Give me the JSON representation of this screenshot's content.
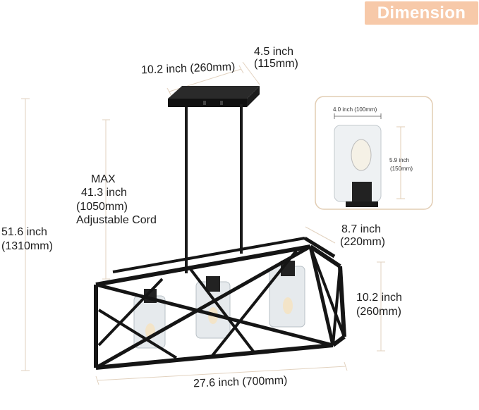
{
  "badge": "Dimension",
  "dims": {
    "canopy_width": "10.2 inch (260mm)",
    "canopy_depth": "4.5 inch",
    "canopy_depth_mm": "(115mm)",
    "cord_max": "MAX",
    "cord_inch": "41.3 inch",
    "cord_mm": "(1050mm)",
    "cord_note": "Adjustable Cord",
    "total_height": "51.6 inch",
    "total_height_mm": "(1310mm)",
    "depth": "8.7 inch",
    "depth_mm": "(220mm)",
    "frame_height": "10.2 inch",
    "frame_height_mm": "(260mm)",
    "length": "27.6 inch (700mm)"
  },
  "shade": {
    "width": "4.0 inch (100mm)",
    "height": "5.9 inch",
    "height_mm": "(150mm)"
  },
  "colors": {
    "accent": "#f7c9a9",
    "frame": "#151515",
    "guide": "#e2d2bf"
  }
}
